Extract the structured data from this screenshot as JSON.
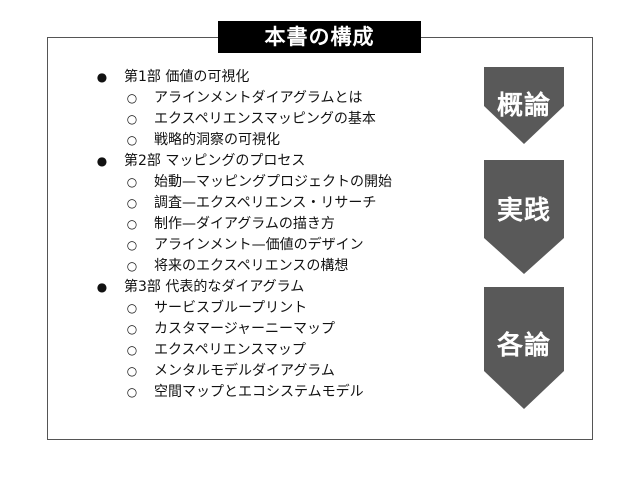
{
  "title": "本書の構成",
  "colors": {
    "title_bg": "#000000",
    "title_text": "#ffffff",
    "arrow_fill": "#595959",
    "arrow_text": "#ffffff",
    "frame_border": "#555555"
  },
  "bullets": {
    "part": "●",
    "chapter": "○"
  },
  "parts": [
    {
      "label": "第1部 価値の可視化",
      "chapters": [
        "アラインメントダイアグラムとは",
        "エクスペリエンスマッピングの基本",
        "戦略的洞察の可視化"
      ]
    },
    {
      "label": "第2部 マッピングのプロセス",
      "chapters": [
        "始動—マッピングプロジェクトの開始",
        "調査—エクスペリエンス・リサーチ",
        "制作—ダイアグラムの描き方",
        "アラインメント—価値のデザイン",
        "将来のエクスペリエンスの構想"
      ]
    },
    {
      "label": "第3部 代表的なダイアグラム",
      "chapters": [
        "サービスブループリント",
        "カスタマージャーニーマップ",
        "エクスペリエンスマップ",
        "メンタルモデルダイアグラム",
        "空間マップとエコシステムモデル"
      ]
    }
  ],
  "arrows": [
    {
      "label": "概論"
    },
    {
      "label": "実践"
    },
    {
      "label": "各論"
    }
  ]
}
